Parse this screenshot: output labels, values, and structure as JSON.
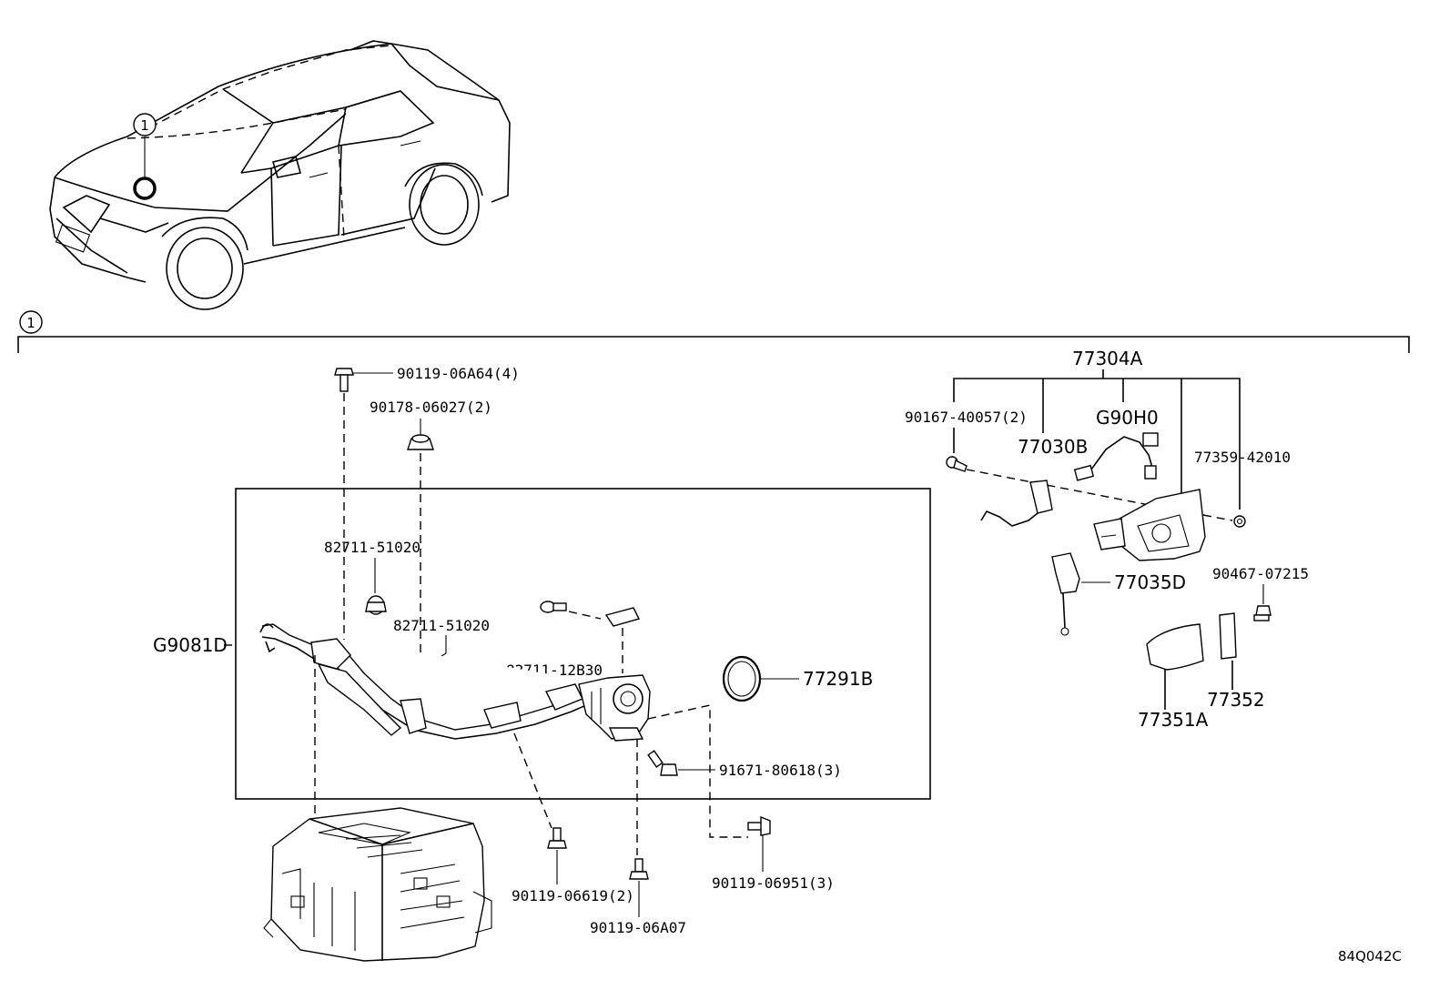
{
  "callout": {
    "circle_number": "1",
    "section_number": "1"
  },
  "drawing_code": "84Q042C",
  "parts": {
    "p_9011906a64": "90119-06A64(4)",
    "p_9017806027": "90178-06027(2)",
    "p_8271151020a": "82711-51020",
    "p_8271151020b": "82711-51020",
    "p_8271112b30": "82711-12B30",
    "p_g9081d": "G9081D",
    "p_77291b": "77291B",
    "p_9167180618": "91671-80618(3)",
    "p_9011906619": "90119-06619(2)",
    "p_9011906a07": "90119-06A07",
    "p_9011906951": "90119-06951(3)",
    "p_77304a": "77304A",
    "p_9016740057": "90167-40057(2)",
    "p_g90h0": "G90H0",
    "p_77030b": "77030B",
    "p_7735942010": "77359-42010",
    "p_77035d": "77035D",
    "p_9046707215": "90467-07215",
    "p_77351a": "77351A",
    "p_77352": "77352"
  }
}
